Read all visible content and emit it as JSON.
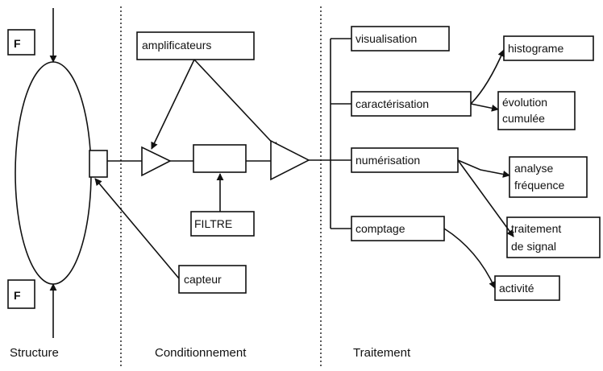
{
  "sections": {
    "structure": "Structure",
    "conditioning": "Conditionnement",
    "processing": "Traitement"
  },
  "structure": {
    "force_top": "F",
    "force_bottom": "F"
  },
  "conditioning": {
    "amplifiers": "amplificateurs",
    "filter": "FILTRE",
    "sensor": "capteur"
  },
  "processing": {
    "visualisation": "visualisation",
    "characterisation": "caractérisation",
    "digitisation": "numérisation",
    "counting": "comptage",
    "histogram": "histograme",
    "cumulative_line1": "évolution",
    "cumulative_line2": "cumulée",
    "frequency_line1": "analyse",
    "frequency_line2": "fréquence",
    "signal_line1": "traitement",
    "signal_line2": "de signal",
    "activity": "activité"
  }
}
